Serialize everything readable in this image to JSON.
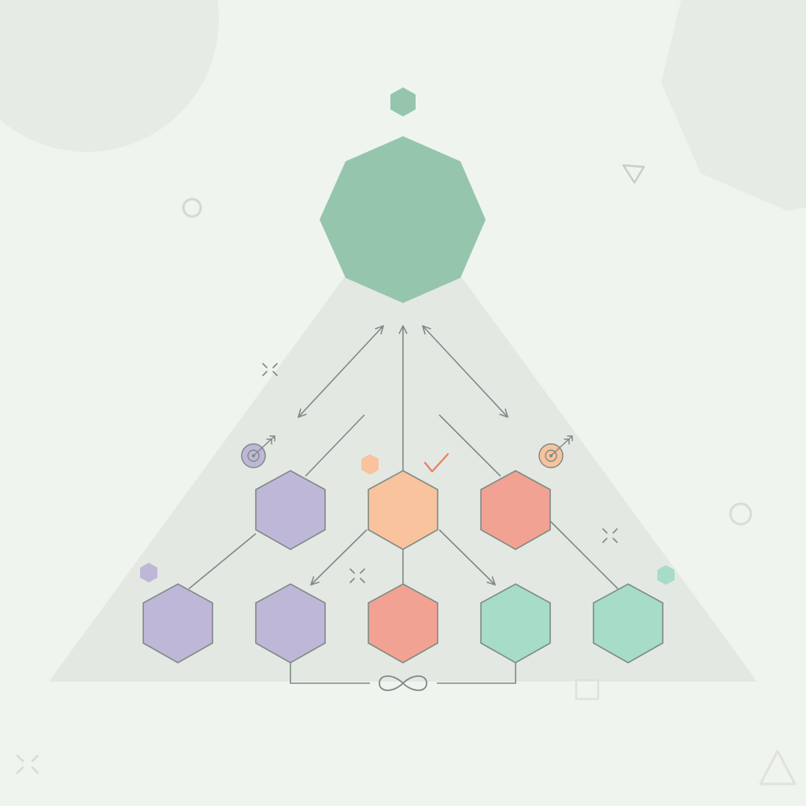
{
  "palette": {
    "background": "#eff4ee",
    "backdrop_shape": "#e6ebe5",
    "pyramid": "#e3e9e2",
    "line": "#7e8a86",
    "apex": "#96c5ae",
    "lavender": "#bfb7d8",
    "peach": "#f8c39d",
    "coral": "#f2a292",
    "mint": "#a6dcc8",
    "checkmark": "#e88067"
  },
  "diagram": {
    "apex": {
      "shape": "octagon",
      "fill": "apex"
    },
    "top_marker": {
      "shape": "hexagon",
      "fill": "apex"
    },
    "tier_2": [
      {
        "id": "lavender",
        "fill": "lavender",
        "badge": "target-icon"
      },
      {
        "id": "peach",
        "fill": "peach",
        "badge": "checkmark-icon"
      },
      {
        "id": "coral",
        "fill": "coral",
        "badge": "target-icon"
      }
    ],
    "tier_3": [
      {
        "id": "lavender-a",
        "fill": "lavender"
      },
      {
        "id": "lavender-b",
        "fill": "lavender"
      },
      {
        "id": "coral",
        "fill": "coral"
      },
      {
        "id": "mint-a",
        "fill": "mint"
      },
      {
        "id": "mint-b",
        "fill": "mint"
      }
    ],
    "connector_symbol": "infinity-icon",
    "decorations": [
      "circle-outline-icon",
      "triangle-outline-icon",
      "sparkle-icon",
      "square-outline-icon"
    ]
  }
}
